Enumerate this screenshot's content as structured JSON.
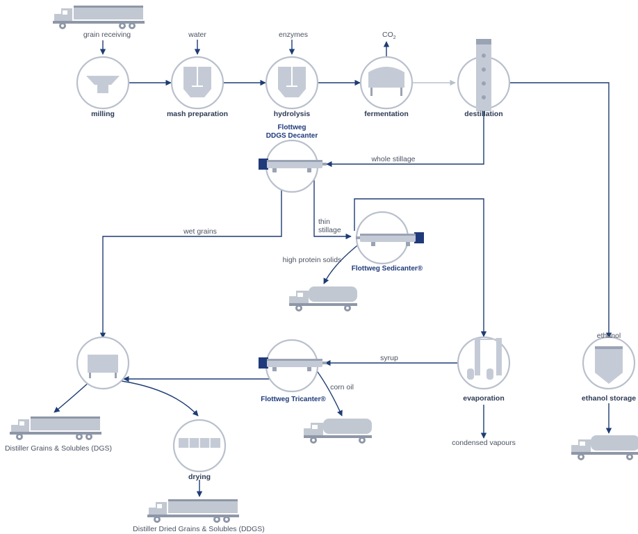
{
  "labels": {
    "grain_receiving": "grain receiving",
    "water": "water",
    "enzymes": "enzymes",
    "co2": "CO",
    "co2_sub": "2",
    "milling": "milling",
    "mash_preparation": "mash preparation",
    "hydrolysis": "hydrolysis",
    "fermentation": "fermentation",
    "destillation": "destillation",
    "ddgs_decanter_line1": "Flottweg",
    "ddgs_decanter_line2": "DDGS Decanter",
    "whole_stillage": "whole stillage",
    "wet_grains": "wet grains",
    "thin_stillage_line1": "thin",
    "thin_stillage_line2": "stillage",
    "high_protein_solids": "high protein solids",
    "sedicanter": "Flottweg Sedicanter®",
    "syrup": "syrup",
    "corn_oil": "corn oil",
    "tricanter": "Flottweg Tricanter®",
    "evaporation": "evaporation",
    "condensed_vapours": "condensed vapours",
    "ethanol": "ethanol",
    "ethanol_storage": "ethanol storage",
    "dgs": "Distiller Grains & Solubles (DGS)",
    "drying": "drying",
    "ddgs": "Distiller Dried Grains & Solubles (DDGS)"
  },
  "colors": {
    "flow": "#1d3c73",
    "circle": "#b9c0cc",
    "equipment": "#c5cbd6",
    "brand": "#1f3a7a"
  }
}
